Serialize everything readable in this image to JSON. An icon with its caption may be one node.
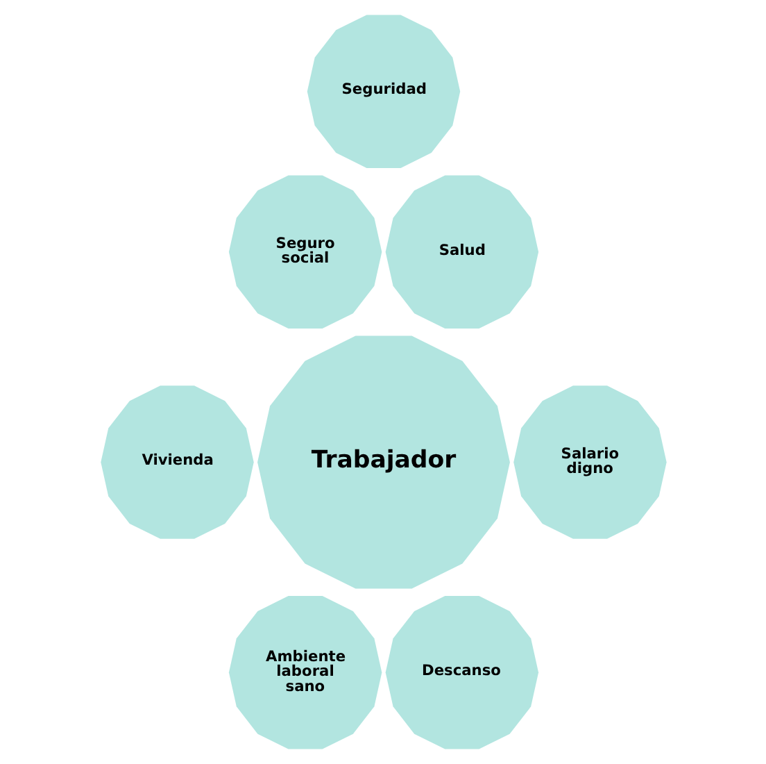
{
  "diagram": {
    "nodes": [
      {
        "text": [
          "Seguridad"
        ]
      },
      {
        "text": [
          "Seguro social"
        ]
      },
      {
        "text": [
          "Salud"
        ]
      },
      {
        "text": [
          "Trabajador"
        ]
      },
      {
        "text": [
          "Vivienda"
        ]
      },
      {
        "text": [
          "Salario digno"
        ]
      },
      {
        "text": [
          "Ambiente laboral sano"
        ]
      },
      {
        "text": [
          "Descanso"
        ]
      }
    ],
    "edges": []
  }
}
